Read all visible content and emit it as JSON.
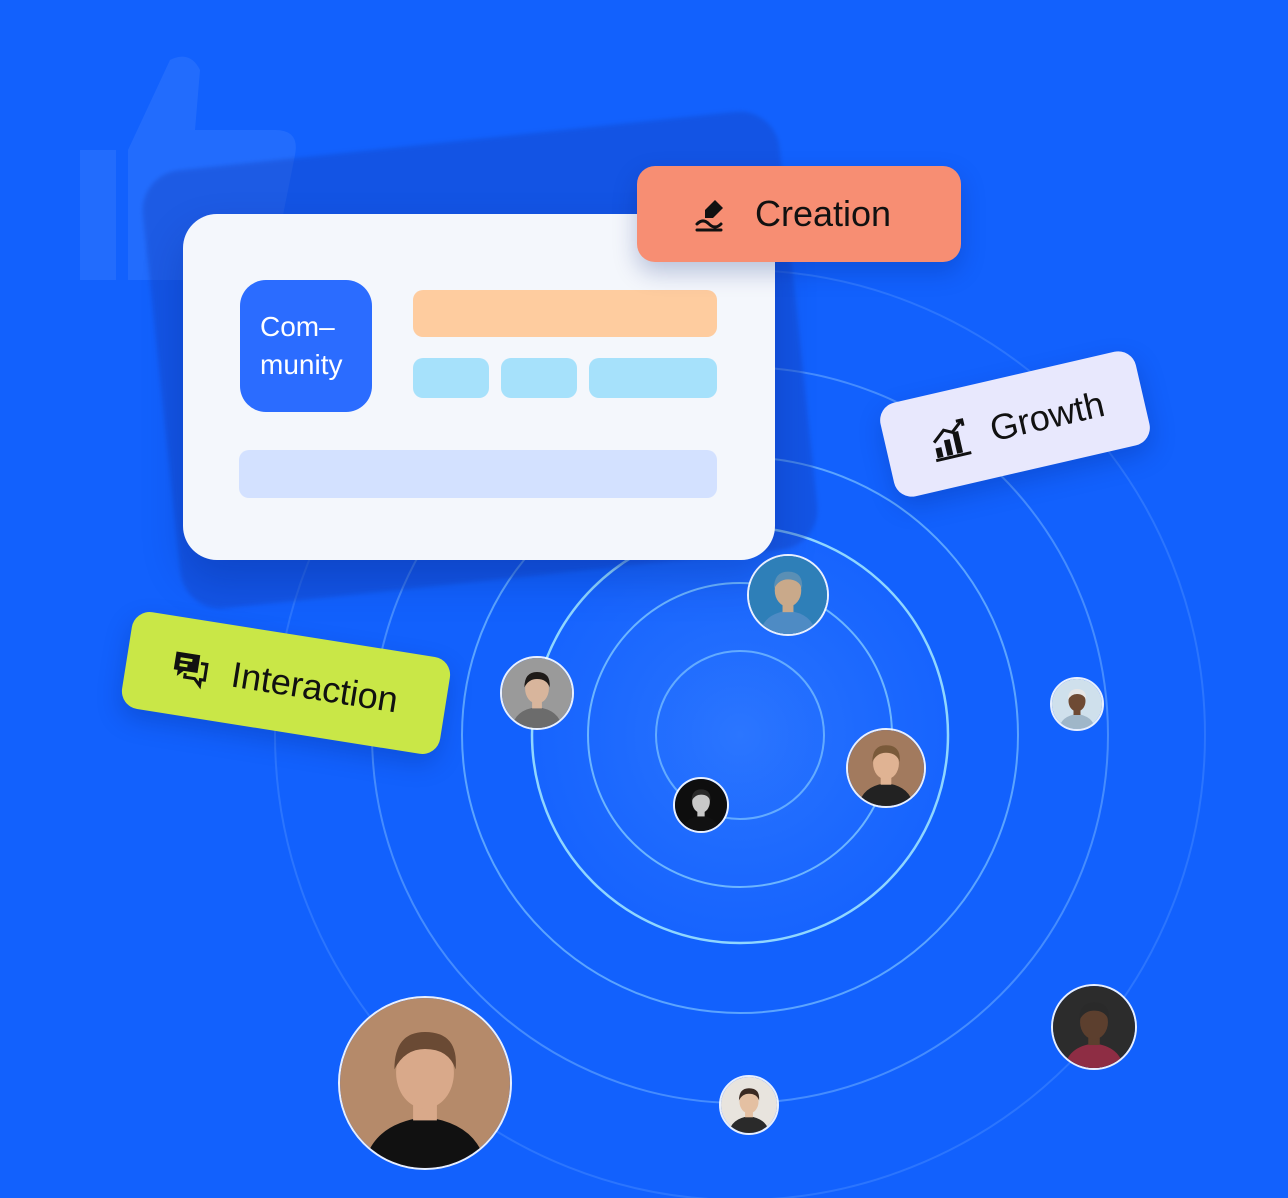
{
  "colors": {
    "background": "#1261FD",
    "card": "#F4F7FC",
    "community_tile": "#2B6CFF",
    "creation_tag": "#F78E73",
    "growth_tag": "#E8E8FD",
    "interaction_tag": "#C9E747",
    "ring": "#8FD6FF"
  },
  "card": {
    "title": "Com–\nmunity"
  },
  "tags": {
    "creation": {
      "label": "Creation",
      "icon": "pen-icon"
    },
    "growth": {
      "label": "Growth",
      "icon": "bar-chart-growth-icon"
    },
    "interaction": {
      "label": "Interaction",
      "icon": "chat-bubbles-icon"
    }
  },
  "avatars": [
    {
      "name": "avatar-hooded-woman",
      "skin": "#C9A98A",
      "hair": "#5A8FB5",
      "shirt": "#4E8BC4",
      "bg": "#2E7FB8"
    },
    {
      "name": "avatar-young-man",
      "skin": "#D8B59C",
      "hair": "#1E1A18",
      "shirt": "#6C6C6C",
      "bg": "#9A9A9A"
    },
    {
      "name": "avatar-woman-short-hair",
      "skin": "#E0B393",
      "hair": "#7A5A3A",
      "shirt": "#222222",
      "bg": "#A27A5E"
    },
    {
      "name": "avatar-man-bw",
      "skin": "#C8C8C8",
      "hair": "#2A2A2A",
      "shirt": "#111111",
      "bg": "#0E0E0E"
    },
    {
      "name": "avatar-woman-braids",
      "skin": "#6E4A34",
      "hair": "#E6E6E6",
      "shirt": "#9FB6C8",
      "bg": "#CFE0EC"
    },
    {
      "name": "avatar-man-glasses",
      "skin": "#5C3F2E",
      "hair": "#2A2A2A",
      "shirt": "#8E2D44",
      "bg": "#2C2C2C"
    },
    {
      "name": "avatar-woman-dark-hair",
      "skin": "#E4C0A2",
      "hair": "#3A2A22",
      "shirt": "#2A2A2A",
      "bg": "#E8E4DE"
    },
    {
      "name": "avatar-man-sepia",
      "skin": "#D9A98A",
      "hair": "#6A4A34",
      "shirt": "#111111",
      "bg": "#B58A6A"
    }
  ]
}
